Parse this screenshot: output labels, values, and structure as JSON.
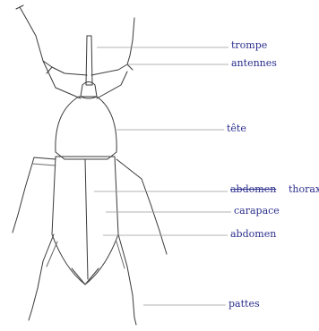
{
  "diagram": {
    "labels": {
      "trompe": "trompe",
      "antennes": "antennes",
      "tete": "tête",
      "abdomen_struck": "abdomen",
      "thorax": "thorax",
      "carapace": "carapace",
      "abdomen": "abdomen",
      "pattes": "pattes"
    },
    "colors": {
      "ink": "#2b2e8c",
      "sketch": "#3a3a3a",
      "leader": "#9a9a9a"
    }
  }
}
